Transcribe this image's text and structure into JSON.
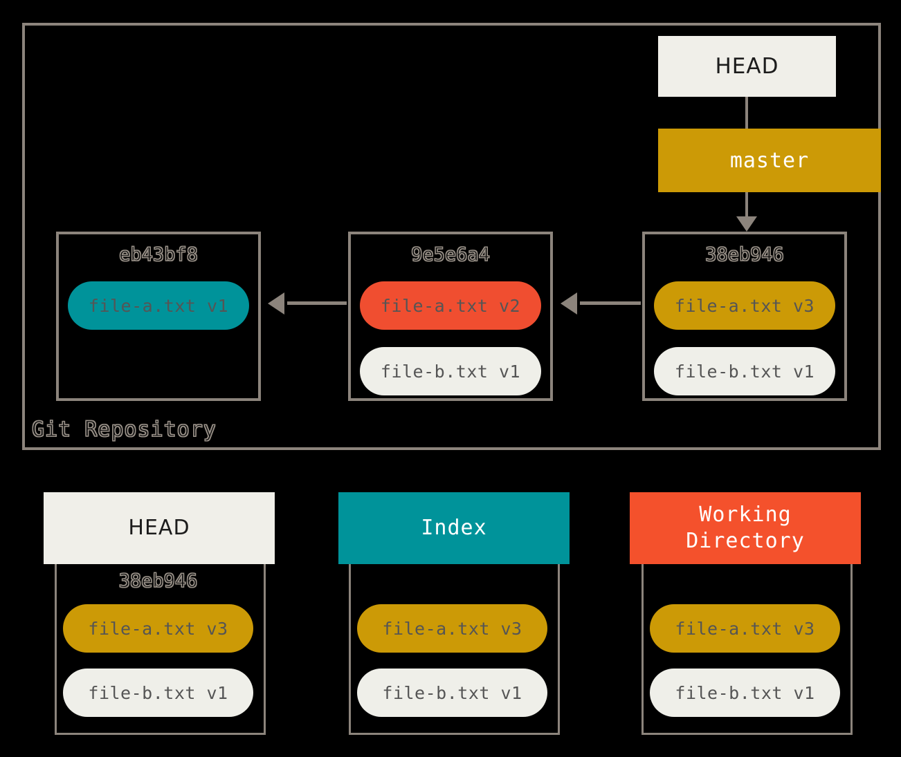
{
  "diagram": {
    "title": "Git data transport / areas diagram",
    "background_color": "#000000",
    "line_color": "#8C847C"
  },
  "repository": {
    "label": "Git Repository",
    "head_pointer": {
      "label": "HEAD"
    },
    "branch": {
      "label": "master",
      "color": "#CC9A06"
    },
    "commits": [
      {
        "hash": "eb43bf8",
        "blobs": [
          {
            "label": "file-a.txt v1",
            "color": "#00939A"
          }
        ]
      },
      {
        "hash": "9e5e6a4",
        "blobs": [
          {
            "label": "file-a.txt v2",
            "color": "#F04E30"
          },
          {
            "label": "file-b.txt v1",
            "color": "#EFEFE9"
          }
        ]
      },
      {
        "hash": "38eb946",
        "blobs": [
          {
            "label": "file-a.txt v3",
            "color": "#CC9A06"
          },
          {
            "label": "file-b.txt v1",
            "color": "#EFEFE9"
          }
        ]
      }
    ]
  },
  "areas": [
    {
      "name": "HEAD",
      "header_color": "#F0EFE9",
      "header_text_color": "#1c1c1c",
      "hash": "38eb946",
      "blobs": [
        {
          "label": "file-a.txt v3",
          "color": "#CC9A06"
        },
        {
          "label": "file-b.txt v1",
          "color": "#EFEFE9"
        }
      ]
    },
    {
      "name": "Index",
      "header_color": "#00939A",
      "header_text_color": "#FFFFFF",
      "hash": "",
      "blobs": [
        {
          "label": "file-a.txt v3",
          "color": "#CC9A06"
        },
        {
          "label": "file-b.txt v1",
          "color": "#EFEFE9"
        }
      ]
    },
    {
      "name_line1": "Working",
      "name_line2": "Directory",
      "header_color": "#F4512C",
      "header_text_color": "#FFFFFF",
      "hash": "",
      "blobs": [
        {
          "label": "file-a.txt v3",
          "color": "#CC9A06"
        },
        {
          "label": "file-b.txt v1",
          "color": "#EFEFE9"
        }
      ]
    }
  ]
}
